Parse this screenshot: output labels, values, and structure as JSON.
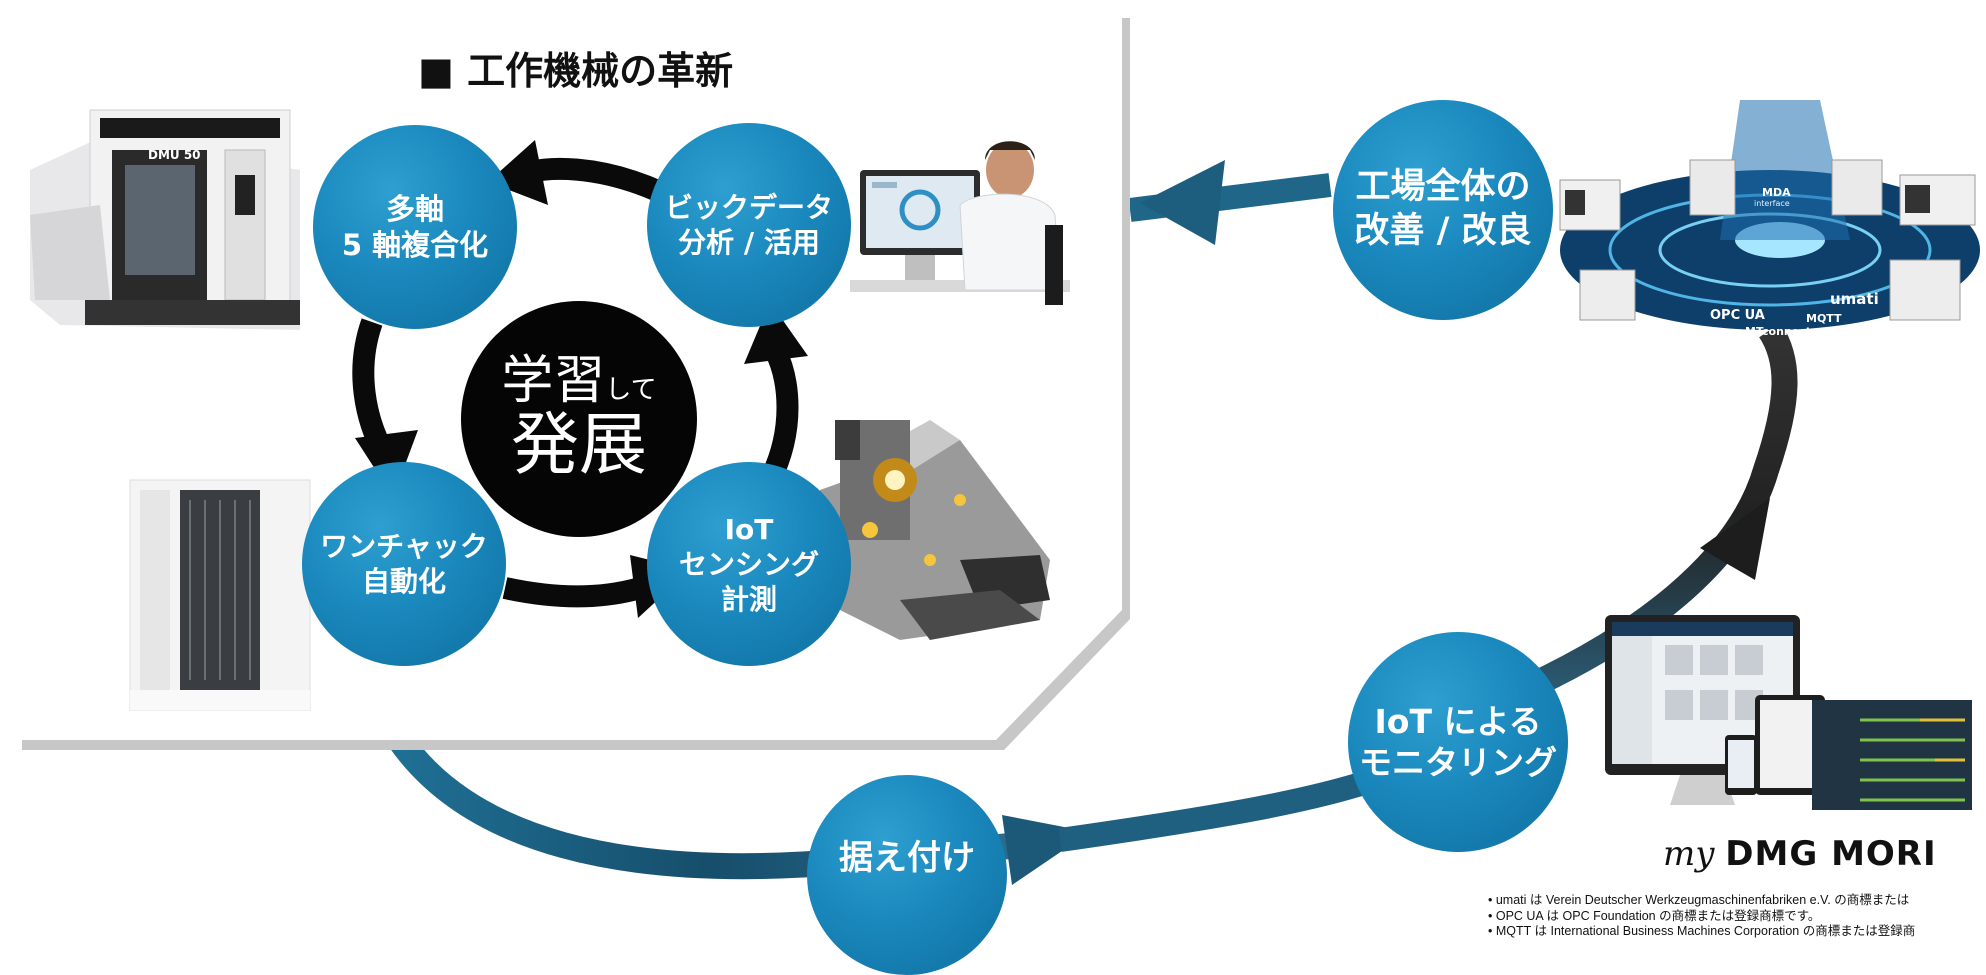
{
  "title": "■ 工作機械の革新",
  "center": {
    "line1": "学習",
    "line1_small": "して",
    "line2": "発展"
  },
  "circles": {
    "multi_axis": [
      "多軸",
      "5 軸複合化"
    ],
    "big_data": [
      "ビックデータ",
      "分析 / 活用"
    ],
    "one_chuck": [
      "ワンチャック",
      "自動化"
    ],
    "iot_sensing": [
      "IoT",
      "センシング",
      "計測"
    ],
    "factory": [
      "工場全体の",
      "改善 / 改良"
    ],
    "iot_monitoring": [
      "IoT による",
      "モニタリング"
    ],
    "installation": [
      "据え付け"
    ]
  },
  "images": {
    "dmu_label": "DMU 50",
    "mda_label": "MDA",
    "mda_sub": "interface",
    "protocols": [
      "umati",
      "OPC UA",
      "MQTT",
      "MTconnect"
    ]
  },
  "logo": {
    "my": "my",
    "brand": "DMG MORI"
  },
  "footnotes": [
    "• umati は Verein Deutscher Werkzeugmaschinenfabriken e.V. の商標または",
    "• OPC UA は OPC Foundation の商標または登録商標です。",
    "• MQTT は International Business Machines Corporation の商標または登録商"
  ],
  "colors": {
    "circle_blue": "#1a88bd",
    "arrow_dark": "#1b5a78",
    "core_black": "#050505"
  }
}
